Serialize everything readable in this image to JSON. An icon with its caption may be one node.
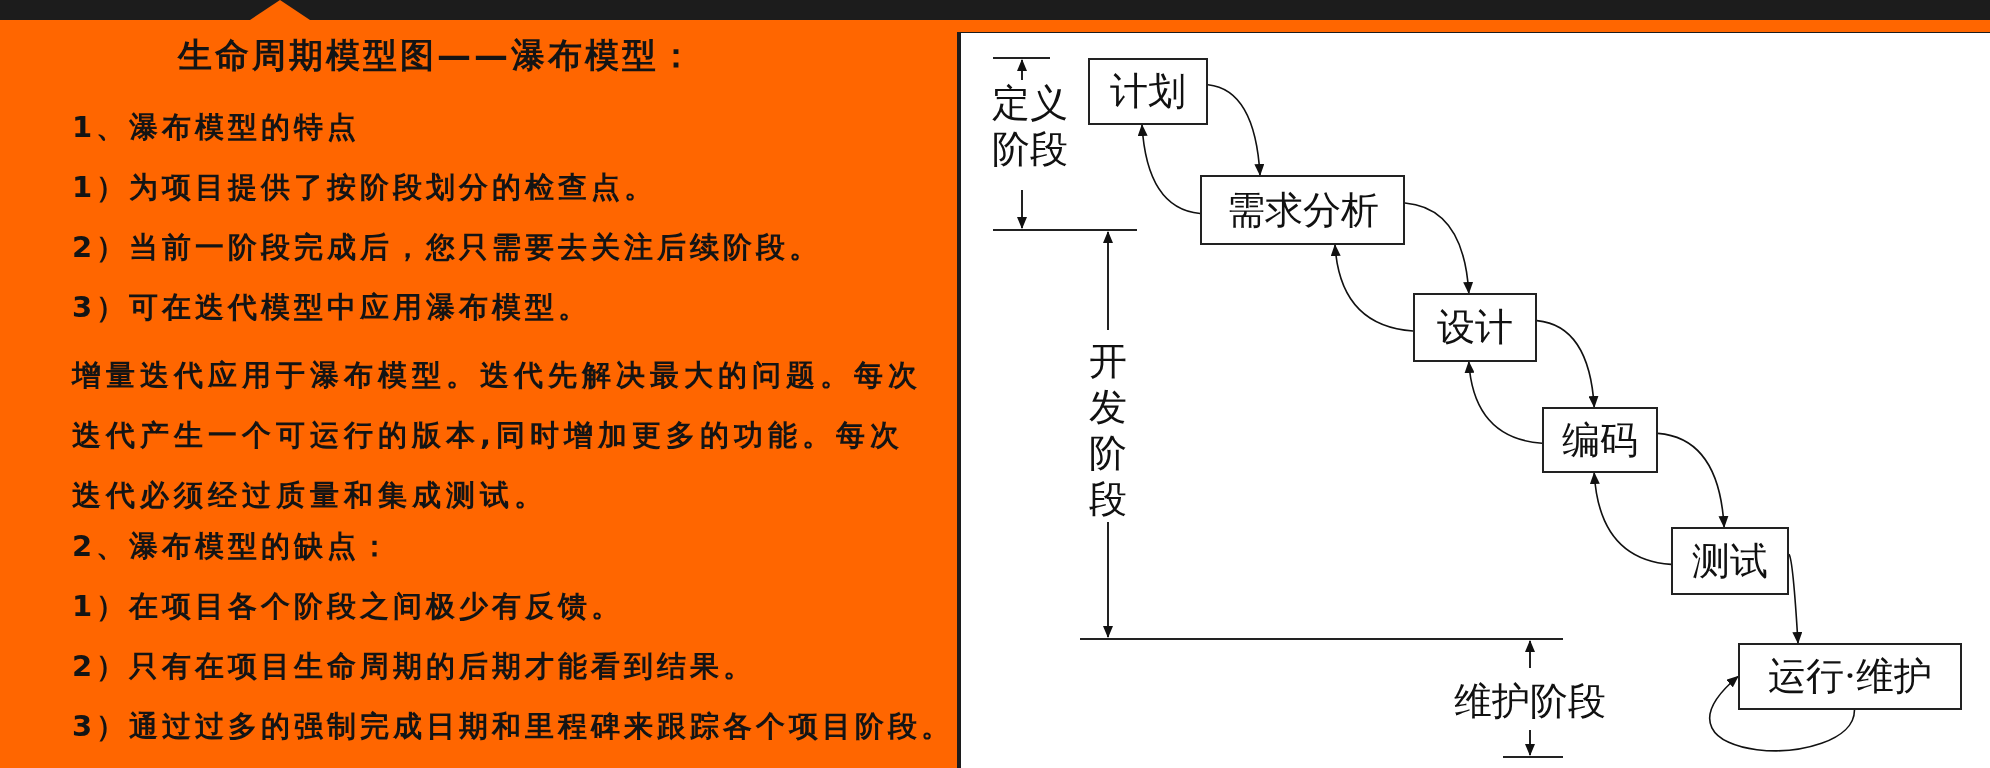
{
  "diagram": {
    "title": "生命周期模型图——瀑布模型：",
    "nodes": [
      {
        "text": [
          "计划"
        ]
      },
      {
        "text": [
          "需求分析"
        ]
      },
      {
        "text": [
          "设计"
        ]
      },
      {
        "text": [
          "编码"
        ]
      },
      {
        "text": [
          "测试"
        ]
      },
      {
        "text": [
          "运行·维护"
        ]
      }
    ],
    "edges": [
      {
        "from": 0,
        "to": 1,
        "arrow": "to"
      },
      {
        "from": 1,
        "to": 0,
        "arrow": "to"
      },
      {
        "from": 1,
        "to": 2,
        "arrow": "to"
      },
      {
        "from": 2,
        "to": 1,
        "arrow": "to"
      },
      {
        "from": 2,
        "to": 3,
        "arrow": "to"
      },
      {
        "from": 3,
        "to": 2,
        "arrow": "to"
      },
      {
        "from": 3,
        "to": 4,
        "arrow": "to"
      },
      {
        "from": 4,
        "to": 3,
        "arrow": "to"
      },
      {
        "from": 4,
        "to": 5,
        "arrow": "to"
      },
      {
        "from": 5,
        "to": 5,
        "arrow": "to"
      }
    ],
    "labels": [
      "1、瀑布模型的特点",
      "1）为项目提供了按阶段划分的检查点。",
      "2）当前一阶段完成后，您只需要去关注后续阶段。",
      "3）可在迭代模型中应用瀑布模型。",
      "增量迭代应用于瀑布模型。迭代先解决最大的问题。每次迭代产生一个可运行的版本,同时增加更多的功能。每次迭代必须经过质量和集成测试。",
      "2、瀑布模型的缺点：",
      "1）在项目各个阶段之间极少有反馈。",
      "2）只有在项目生命周期的后期才能看到结果。",
      "3）通过过多的强制完成日期和里程碑来跟踪各个项目阶段。",
      "定义阶段",
      "开发阶段",
      "维护阶段"
    ]
  }
}
